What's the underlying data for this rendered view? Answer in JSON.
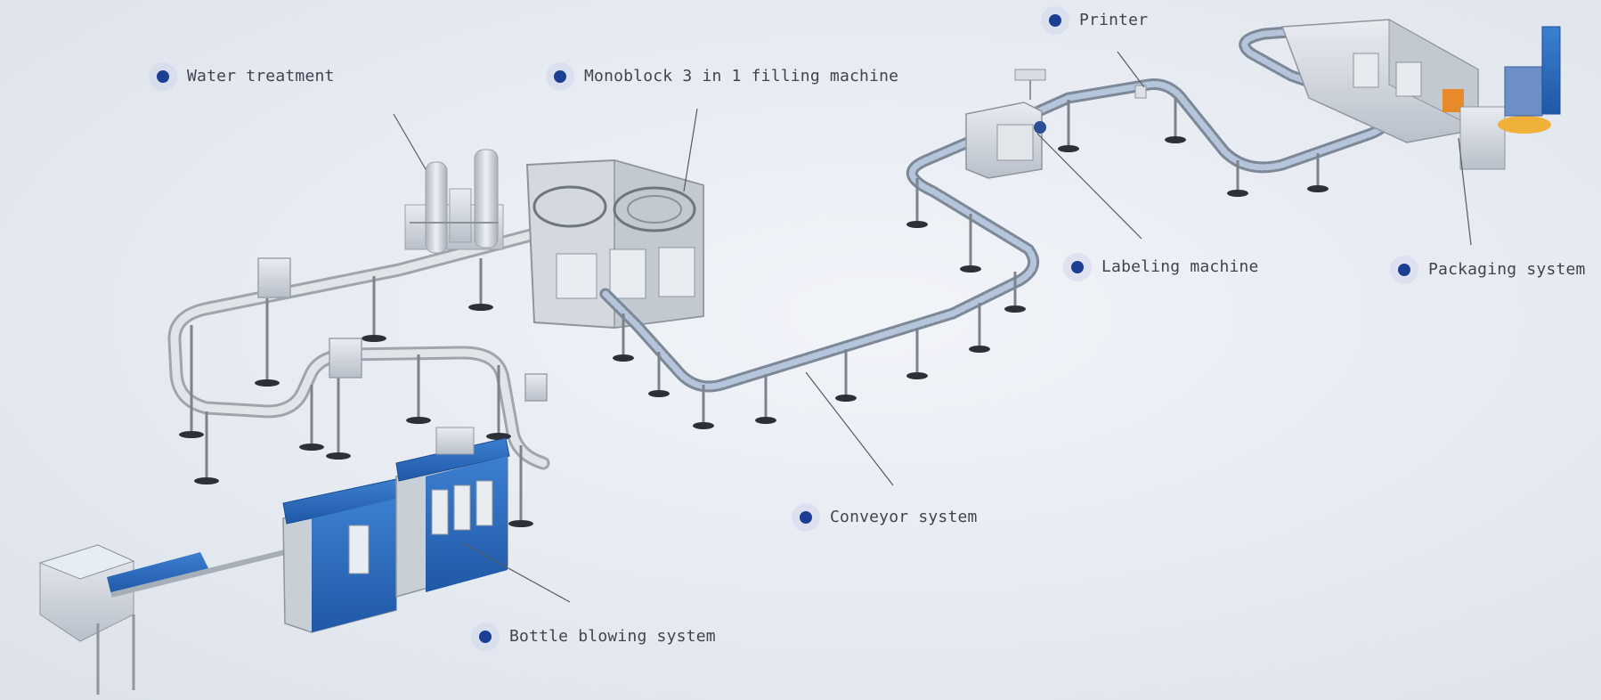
{
  "labels": {
    "water_treatment": "Water treatment",
    "monoblock": "Monoblock 3 in 1 filling machine",
    "printer": "Printer",
    "labeling": "Labeling machine",
    "packaging": "Packaging system",
    "conveyor": "Conveyor system",
    "bottle_blowing": "Bottle blowing system"
  },
  "colors": {
    "callout_dot": "#1c3f93",
    "machine_blue": "#2f6fc0",
    "steel": "#c6ccd5",
    "label_text": "#3f4550",
    "accent_orange": "#e8892a"
  }
}
